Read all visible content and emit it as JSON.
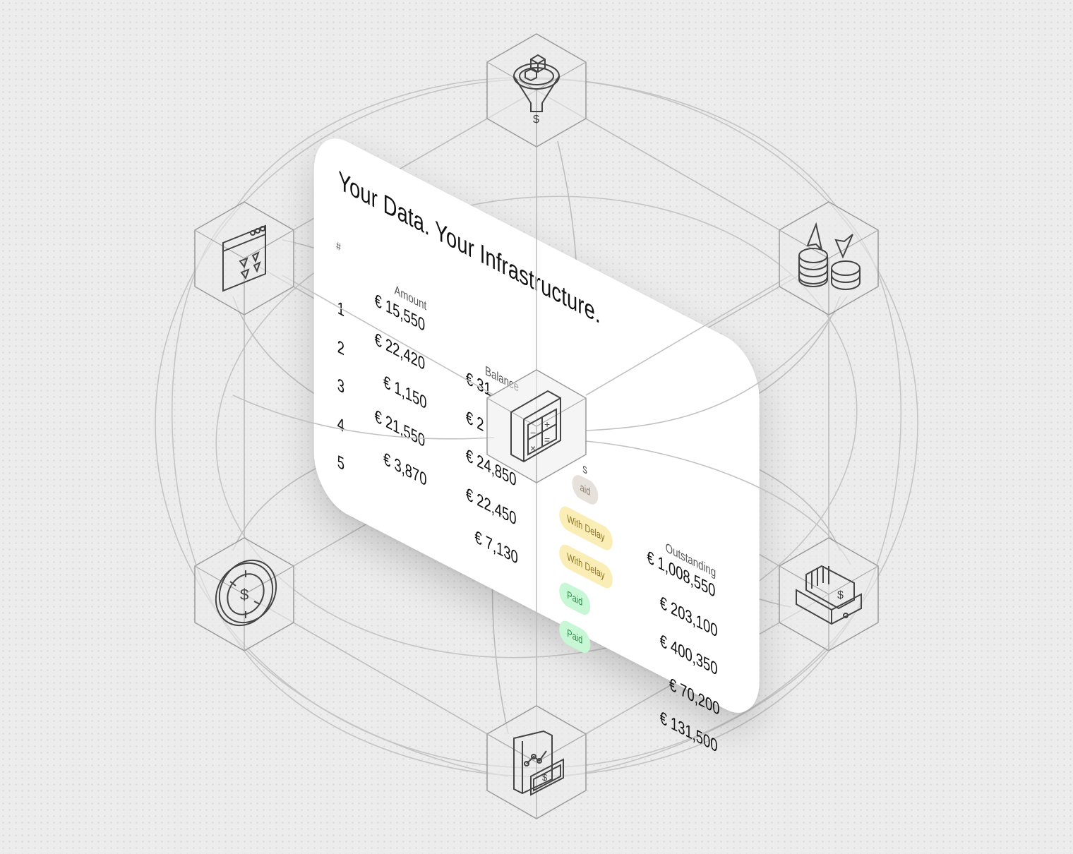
{
  "card": {
    "title": "Your Data. Your Infrastructure.",
    "headers": {
      "index": "#",
      "amount": "Amount",
      "balance": "Balance",
      "status": "s",
      "outstanding": "Outstanding"
    },
    "rows": [
      {
        "index": "1",
        "amount": "€ 15,550",
        "balance": "€ 31",
        "status": "aid",
        "outstanding": "€ 1,008,550"
      },
      {
        "index": "2",
        "amount": "€ 22,420",
        "balance": "€ 2",
        "status": "With Delay",
        "outstanding": "€ 203,100"
      },
      {
        "index": "3",
        "amount": "€ 1,150",
        "balance": "€ 24,850",
        "status": "With Delay",
        "outstanding": "€ 400,350"
      },
      {
        "index": "4",
        "amount": "€ 21,550",
        "balance": "€ 22,450",
        "status": "Paid",
        "outstanding": "€ 70,200"
      },
      {
        "index": "5",
        "amount": "€ 3,870",
        "balance": "€ 7,130",
        "status": "Paid",
        "outstanding": "€ 131,500"
      }
    ]
  },
  "nodes": [
    {
      "name": "sales-funnel-icon"
    },
    {
      "name": "coins-growth-icon"
    },
    {
      "name": "cash-register-icon"
    },
    {
      "name": "report-banknote-icon"
    },
    {
      "name": "target-dollar-icon"
    },
    {
      "name": "app-window-icon"
    },
    {
      "name": "calculator-icon"
    }
  ],
  "colors": {
    "background": "#ececec",
    "lines": "#bdbdbd",
    "cube": "#9a9a9a",
    "paid": "#c7f7d4",
    "delay": "#fbedb6"
  }
}
